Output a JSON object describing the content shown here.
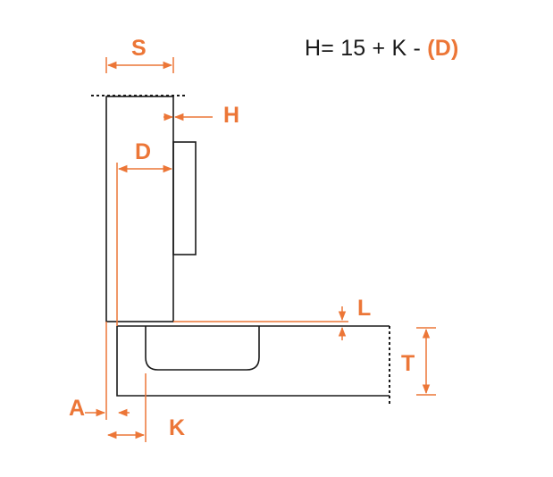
{
  "formula": {
    "prefix": "H= 15 + K - ",
    "highlight": "(D)"
  },
  "labels": {
    "s": "S",
    "h": "H",
    "d": "D",
    "l": "L",
    "t": "T",
    "a": "A",
    "k": "K"
  },
  "colors": {
    "accent": "#ec7637",
    "line": "#1a1a1a",
    "background": "#ffffff"
  }
}
